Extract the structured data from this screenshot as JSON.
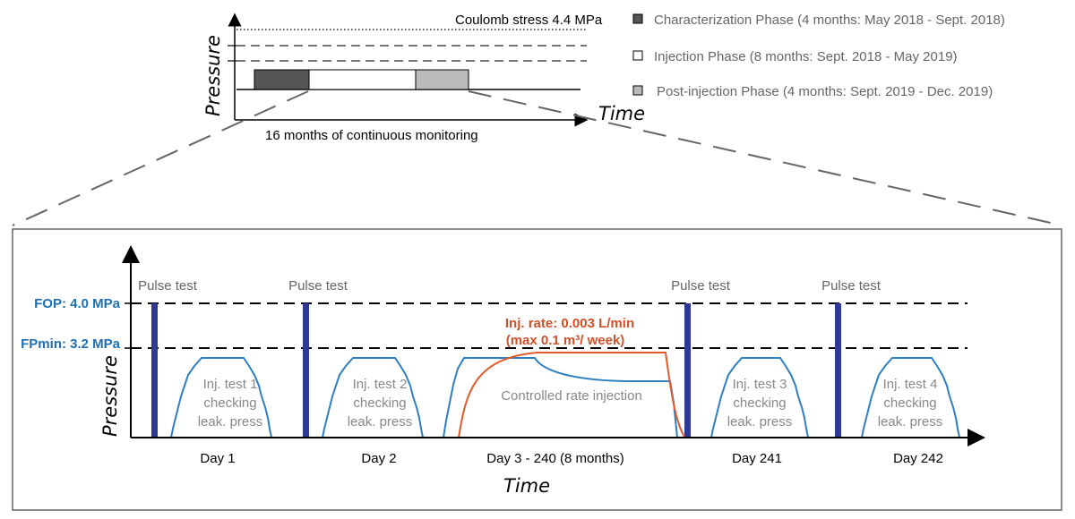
{
  "top": {
    "y_axis_label": "Pressure",
    "x_axis_label": "Time",
    "coulomb_label": "Coulomb stress 4.4 MPa",
    "monitoring_label": "16 months of continuous monitoring"
  },
  "legend": [
    {
      "label": "Characterization Phase (4 months: May 2018 - Sept. 2018)",
      "color": "#555555"
    },
    {
      "label": "Injection Phase  (8 months: Sept. 2018 - May 2019)",
      "color": "#ffffff"
    },
    {
      "label": "Post-injection Phase (4 months: Sept. 2019 - Dec. 2019)",
      "color": "#bbbbbb"
    }
  ],
  "bottom": {
    "y_axis_label": "Pressure",
    "x_axis_label": "Time",
    "fop_label": "FOP: 4.0 MPa",
    "fpmin_label": "FPmin: 3.2 MPa",
    "pulse_labels": [
      "Pulse test",
      "Pulse test",
      "Pulse test",
      "Pulse test"
    ],
    "tests": [
      {
        "lines": [
          "Inj. test 1",
          "checking",
          "leak. press"
        ]
      },
      {
        "lines": [
          "Inj. test 2",
          "checking",
          "leak. press"
        ]
      },
      {
        "lines": [
          "Inj. test 3",
          "checking",
          "leak. press"
        ]
      },
      {
        "lines": [
          "Inj. test 4",
          "checking",
          "leak. press"
        ]
      }
    ],
    "rate_label_1": "Inj. rate: 0.003 L/min",
    "rate_label_2": "(max 0.1 m³/ week)",
    "controlled_label": "Controlled rate injection",
    "days": [
      "Day 1",
      "Day 2",
      "Day 3 - 240 (8 months)",
      "Day 241",
      "Day 242"
    ]
  },
  "colors": {
    "blue_curve": "#2f7fc1",
    "pulse_bar": "#2e3a96",
    "orange_curve": "#e05a2a",
    "label_blue": "#1f6fb0",
    "label_orange": "#d0502a"
  }
}
